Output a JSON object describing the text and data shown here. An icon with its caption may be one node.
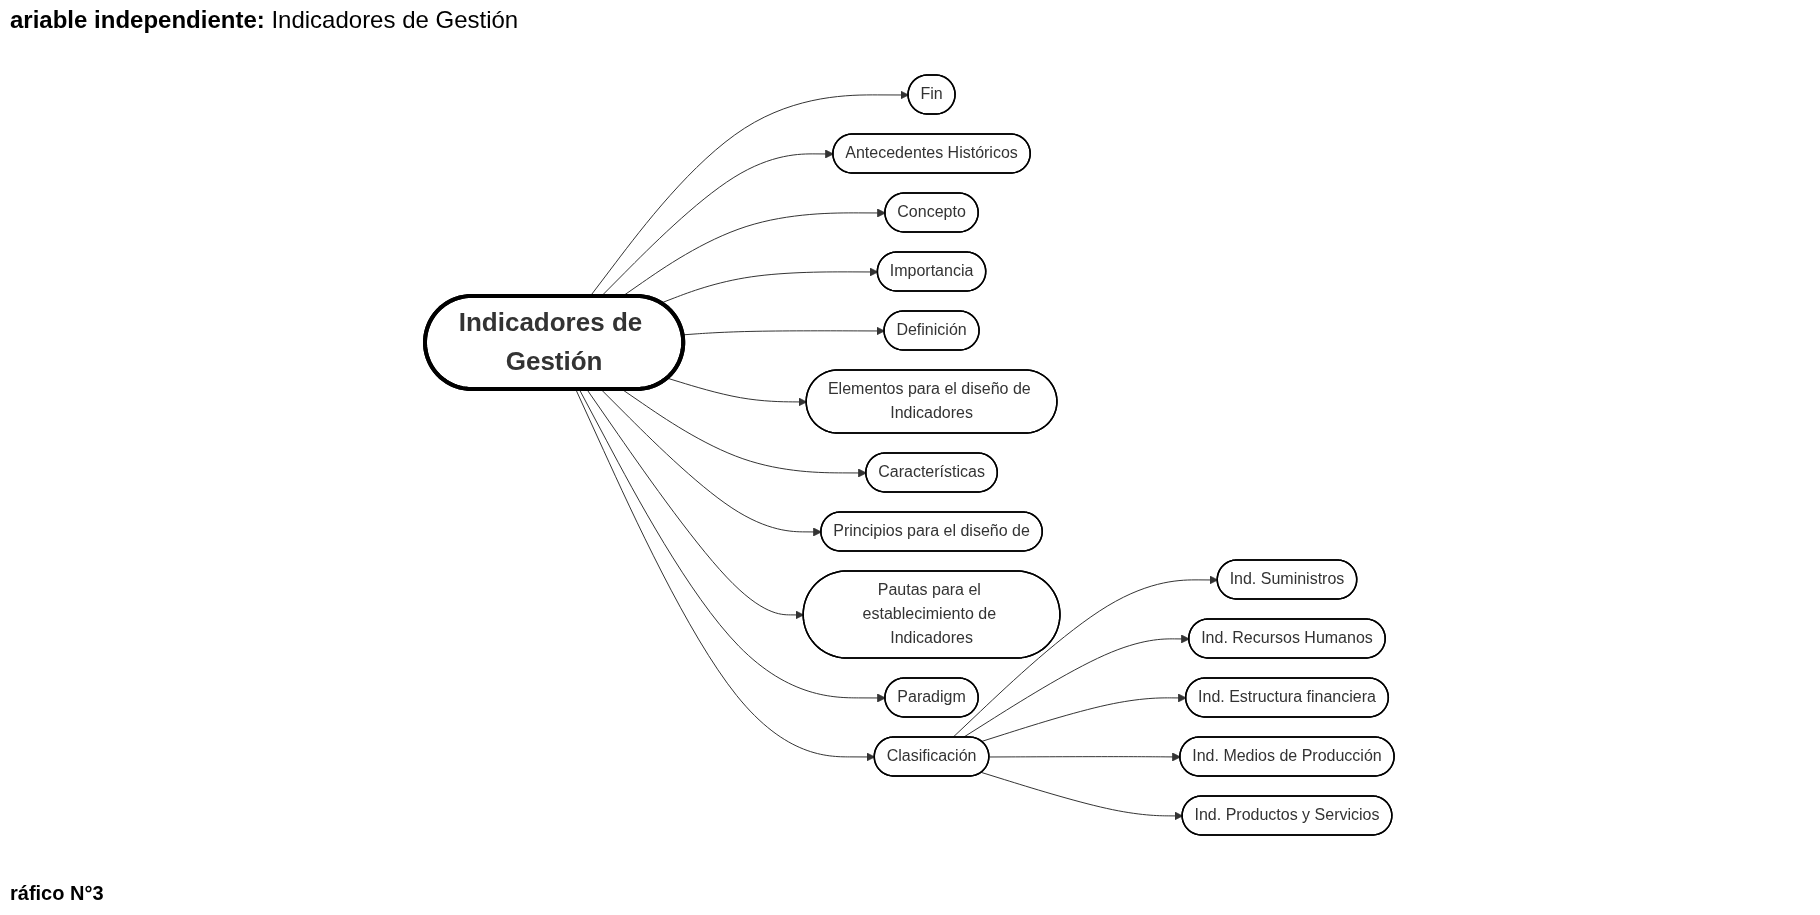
{
  "diagram": {
    "title": "**ariable independiente:** Indicadores de Gestión",
    "caption": "ráfico N°3",
    "nodes": [
      {
        "text": [
          "Indicadores de Gestión"
        ]
      },
      {
        "text": [
          "Fin"
        ]
      },
      {
        "text": [
          "Antecedentes Históricos"
        ]
      },
      {
        "text": [
          "Concepto"
        ]
      },
      {
        "text": [
          "Importancia"
        ]
      },
      {
        "text": [
          "Definición"
        ]
      },
      {
        "text": [
          "Elementos para el diseño de Indicadores"
        ]
      },
      {
        "text": [
          "Características"
        ]
      },
      {
        "text": [
          "Principios para el diseño de"
        ]
      },
      {
        "text": [
          "Ind. Suministros"
        ]
      },
      {
        "text": [
          "Pautas para el establecimiento de Indicadores"
        ]
      },
      {
        "text": [
          "Ind. Recursos Humanos"
        ]
      },
      {
        "text": [
          "Clasificación"
        ]
      },
      {
        "text": [
          "Paradigm"
        ]
      },
      {
        "text": [
          "Ind. Estructura financiera"
        ]
      },
      {
        "text": [
          "Ind. Medios de Producción"
        ]
      },
      {
        "text": [
          "Ind. Productos y Servicios"
        ]
      }
    ],
    "edges": [
      {
        "from": 0,
        "to": 1,
        "arrow": "to"
      },
      {
        "from": 0,
        "to": 2,
        "arrow": "to"
      },
      {
        "from": 0,
        "to": 3,
        "arrow": "to"
      },
      {
        "from": 0,
        "to": 4,
        "arrow": "to"
      },
      {
        "from": 0,
        "to": 5,
        "arrow": "to"
      },
      {
        "from": 0,
        "to": 6,
        "arrow": "to"
      },
      {
        "from": 0,
        "to": 7,
        "arrow": "to"
      },
      {
        "from": 0,
        "to": 8,
        "arrow": "to"
      },
      {
        "from": 0,
        "to": 10,
        "arrow": "to"
      },
      {
        "from": 0,
        "to": 13,
        "arrow": "to"
      },
      {
        "from": 0,
        "to": 12,
        "arrow": "to"
      },
      {
        "from": 12,
        "to": 9,
        "arrow": "to"
      },
      {
        "from": 12,
        "to": 11,
        "arrow": "to"
      },
      {
        "from": 12,
        "to": 14,
        "arrow": "to"
      },
      {
        "from": 12,
        "to": 15,
        "arrow": "to"
      },
      {
        "from": 12,
        "to": 16,
        "arrow": "to"
      }
    ]
  }
}
